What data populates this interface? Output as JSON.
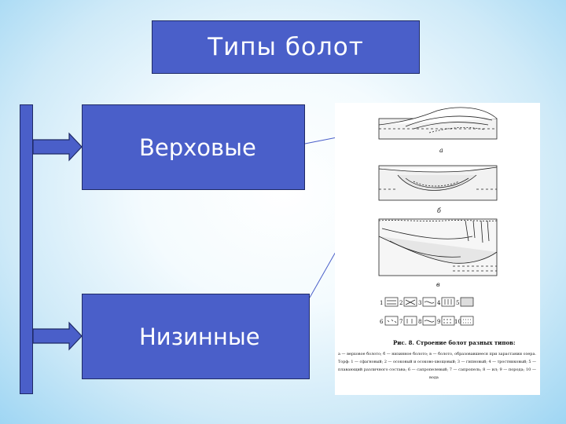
{
  "title": "Типы болот",
  "items": [
    {
      "label": "Верховые"
    },
    {
      "label": "Низинные"
    }
  ],
  "figure": {
    "section_labels": [
      "а",
      "б",
      "в"
    ],
    "legend_numbers": [
      "1",
      "2",
      "3",
      "4",
      "5",
      "6",
      "7",
      "8",
      "9",
      "10"
    ],
    "caption_title": "Рис. 8. Строение болот разных типов:",
    "caption_lines": [
      "а — верховое болото; б — низинное болото; в — болото, образовавшееся при зарастании озера.",
      "Торф: 1 — сфагновый; 2 — осоковый и осоково-хвощовый; 3 — гипновый; 4 — тростниковый; 5 —",
      "плавающий различного состава; 6 — сапропелевый; 7 — сапропель; 8 — ил; 9 — порода; 10 —",
      "вода"
    ]
  },
  "colors": {
    "box_fill": "#4a5fc9",
    "box_border": "#1f2a66",
    "text": "#ffffff",
    "connector": "#4a5fc9"
  }
}
